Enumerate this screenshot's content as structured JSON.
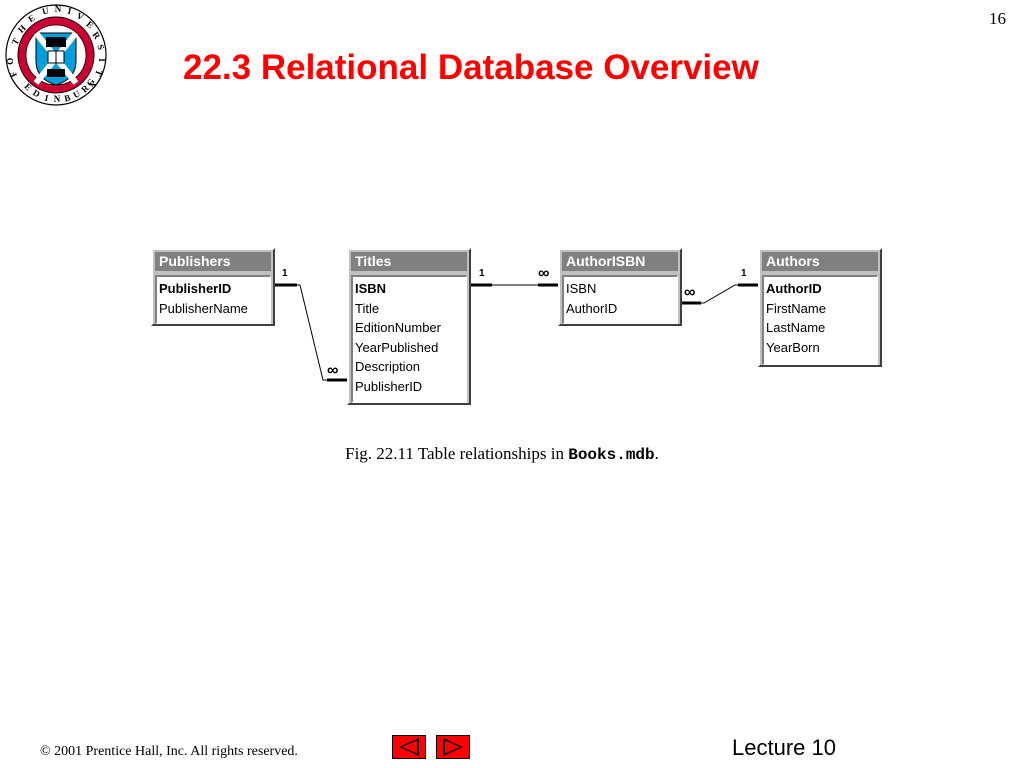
{
  "header": {
    "slide_number": "16",
    "title": "22.3 Relational Database Overview"
  },
  "logo": {
    "ring_text": "THE UNIVERSITY OF EDINBURGH",
    "colors": {
      "ring": "#cc0033",
      "shield": "#00a0e0",
      "saltire": "#ffffff"
    }
  },
  "tables": {
    "publishers": {
      "name": "Publishers",
      "fields": [
        "PublisherID",
        "PublisherName"
      ],
      "key": [
        "PublisherID"
      ]
    },
    "titles": {
      "name": "Titles",
      "fields": [
        "ISBN",
        "Title",
        "EditionNumber",
        "YearPublished",
        "Description",
        "PublisherID"
      ],
      "key": [
        "ISBN"
      ]
    },
    "authorisbn": {
      "name": "AuthorISBN",
      "fields": [
        "ISBN",
        "AuthorID"
      ],
      "key": []
    },
    "authors": {
      "name": "Authors",
      "fields": [
        "AuthorID",
        "FirstName",
        "LastName",
        "YearBorn"
      ],
      "key": [
        "AuthorID"
      ]
    }
  },
  "relationships": {
    "one_label": "1",
    "many_label": "∞"
  },
  "caption": {
    "prefix": "Fig. 22.11  Table relationships in ",
    "code": "Books.mdb",
    "suffix": "."
  },
  "footer": {
    "copyright": "© 2001 Prentice Hall, Inc.  All rights reserved.",
    "lecture": "Lecture 10"
  }
}
